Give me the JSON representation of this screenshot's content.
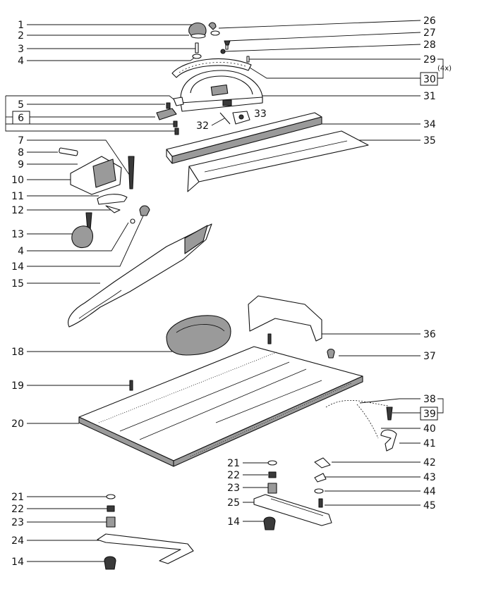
{
  "callouts_left": [
    {
      "id": "c1",
      "text": "1"
    },
    {
      "id": "c2",
      "text": "2"
    },
    {
      "id": "c3",
      "text": "3"
    },
    {
      "id": "c4a",
      "text": "4"
    },
    {
      "id": "c5",
      "text": "5"
    },
    {
      "id": "c6",
      "text": "6"
    },
    {
      "id": "c7",
      "text": "7"
    },
    {
      "id": "c8",
      "text": "8"
    },
    {
      "id": "c9",
      "text": "9"
    },
    {
      "id": "c10",
      "text": "10"
    },
    {
      "id": "c11",
      "text": "11"
    },
    {
      "id": "c12",
      "text": "12"
    },
    {
      "id": "c13",
      "text": "13"
    },
    {
      "id": "c4b",
      "text": "4"
    },
    {
      "id": "c14a",
      "text": "14"
    },
    {
      "id": "c15",
      "text": "15"
    },
    {
      "id": "c18",
      "text": "18"
    },
    {
      "id": "c19",
      "text": "19"
    },
    {
      "id": "c20",
      "text": "20"
    },
    {
      "id": "c21a",
      "text": "21"
    },
    {
      "id": "c22a",
      "text": "22"
    },
    {
      "id": "c23a",
      "text": "23"
    },
    {
      "id": "c24",
      "text": "24"
    },
    {
      "id": "c14b",
      "text": "14"
    }
  ],
  "callouts_right": [
    {
      "id": "c26",
      "text": "26"
    },
    {
      "id": "c27",
      "text": "27"
    },
    {
      "id": "c28",
      "text": "28"
    },
    {
      "id": "c29",
      "text": "29"
    },
    {
      "id": "c30",
      "text": "30"
    },
    {
      "id": "c30q",
      "text": "(4x)"
    },
    {
      "id": "c31",
      "text": "31"
    },
    {
      "id": "c32",
      "text": "32"
    },
    {
      "id": "c33",
      "text": "33"
    },
    {
      "id": "c34",
      "text": "34"
    },
    {
      "id": "c35",
      "text": "35"
    },
    {
      "id": "c36",
      "text": "36"
    },
    {
      "id": "c37",
      "text": "37"
    },
    {
      "id": "c38",
      "text": "38"
    },
    {
      "id": "c39",
      "text": "39"
    },
    {
      "id": "c40",
      "text": "40"
    },
    {
      "id": "c41",
      "text": "41"
    },
    {
      "id": "c42",
      "text": "42"
    },
    {
      "id": "c43",
      "text": "43"
    },
    {
      "id": "c44",
      "text": "44"
    },
    {
      "id": "c45",
      "text": "45"
    },
    {
      "id": "c21b",
      "text": "21"
    },
    {
      "id": "c22b",
      "text": "22"
    },
    {
      "id": "c23b",
      "text": "23"
    },
    {
      "id": "c25",
      "text": "25"
    },
    {
      "id": "c14c",
      "text": "14"
    }
  ]
}
